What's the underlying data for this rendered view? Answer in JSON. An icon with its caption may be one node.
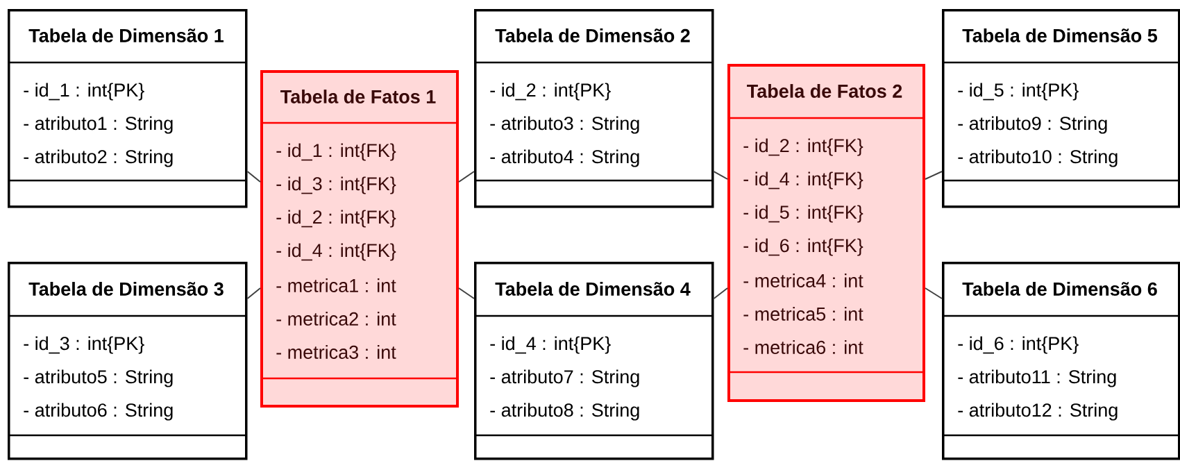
{
  "diagram": {
    "nodes": [
      {
        "text": [
          "Tabela de Dimensão 1",
          "- id_1 : int{PK}",
          "- atributo1 : String",
          "- atributo2 : String"
        ]
      },
      {
        "text": [
          "Tabela de Fatos 1",
          "- id_1 : int{FK}",
          "- id_3 : int{FK}",
          "- id_2 : int{FK}",
          "- id_4 : int{FK}",
          "- metrica1 : int",
          "- metrica2 : int",
          "- metrica3 : int"
        ]
      },
      {
        "text": [
          "Tabela de Dimensão 2",
          "- id_2 : int{PK}",
          "- atributo3 : String",
          "- atributo4 : String"
        ]
      },
      {
        "text": [
          "Tabela de Fatos 2",
          "- id_2 : int{FK}",
          "- id_4 : int{FK}",
          "- id_5 : int{FK}",
          "- id_6 : int{FK}",
          "- metrica4 : int",
          "- metrica5 : int",
          "- metrica6 : int"
        ]
      },
      {
        "text": [
          "Tabela de Dimensão 5",
          "- id_5 : int{PK}",
          "- atributo9 : String",
          "- atributo10 : String"
        ]
      },
      {
        "text": [
          "Tabela de Dimensão 3",
          "- id_3 : int{PK}",
          "- atributo5 : String",
          "- atributo6 : String"
        ]
      },
      {
        "text": [
          "Tabela de Dimensão 4",
          "- id_4 : int{PK}",
          "- atributo7 : String",
          "- atributo8 : String"
        ]
      },
      {
        "text": [
          "Tabela de Dimensão 6",
          "- id_6 : int{PK}",
          "- atributo11 : String",
          "- atributo12 : String"
        ]
      }
    ],
    "edges": [
      {
        "from": 0,
        "to": 1,
        "arrow": "none"
      },
      {
        "from": 5,
        "to": 1,
        "arrow": "none"
      },
      {
        "from": 1,
        "to": 2,
        "arrow": "none"
      },
      {
        "from": 1,
        "to": 6,
        "arrow": "none"
      },
      {
        "from": 2,
        "to": 3,
        "arrow": "none"
      },
      {
        "from": 6,
        "to": 3,
        "arrow": "none"
      },
      {
        "from": 3,
        "to": 4,
        "arrow": "none"
      },
      {
        "from": 3,
        "to": 7,
        "arrow": "none"
      }
    ]
  }
}
